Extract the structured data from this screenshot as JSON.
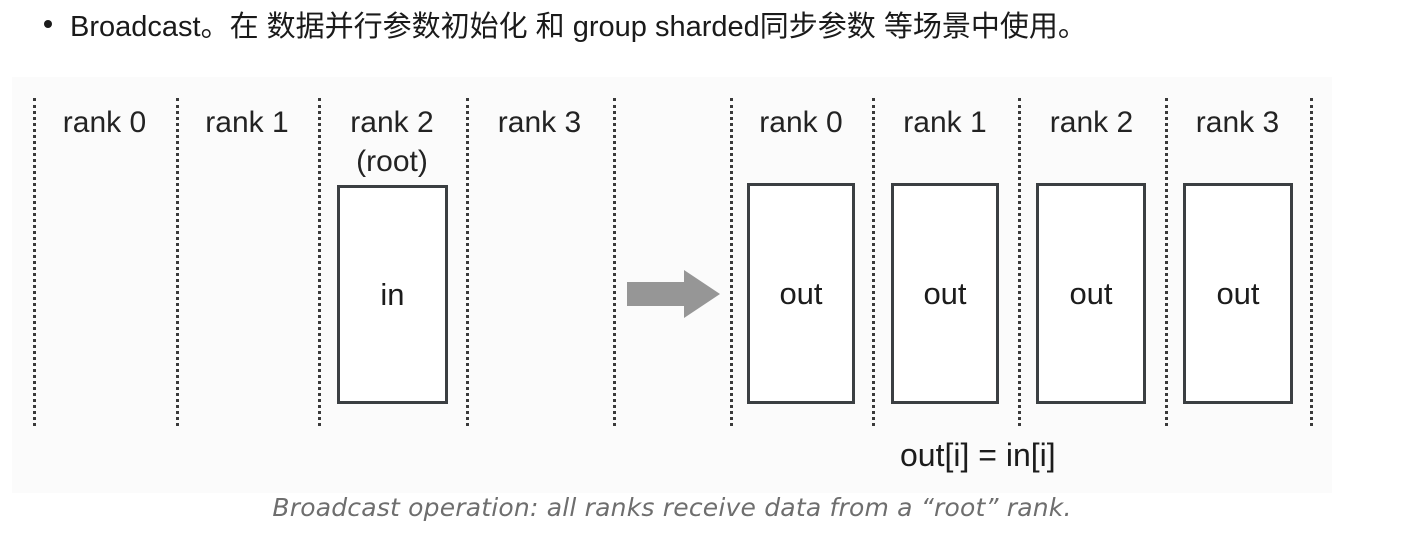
{
  "bullet": {
    "marker": "•",
    "text": "Broadcast。在 数据并行参数初始化 和 group sharded同步参数 等场景中使用。"
  },
  "diagram": {
    "caption": "Broadcast operation: all ranks receive data from a “root” rank.",
    "formula": "out[i] = in[i]",
    "arrow_color": "#969696",
    "box_border_color": "#3b3f42",
    "divider_color": "#3a3a3a",
    "panel_background": "#fbfbfb",
    "arrow_icon": "right-arrow-icon",
    "input_side": {
      "ranks": [
        {
          "label": "rank 0",
          "sublabel": "",
          "box": null
        },
        {
          "label": "rank 1",
          "sublabel": "",
          "box": null
        },
        {
          "label": "rank 2",
          "sublabel": "(root)",
          "box": "in"
        },
        {
          "label": "rank 3",
          "sublabel": "",
          "box": null
        }
      ]
    },
    "output_side": {
      "ranks": [
        {
          "label": "rank 0",
          "sublabel": "",
          "box": "out"
        },
        {
          "label": "rank 1",
          "sublabel": "",
          "box": "out"
        },
        {
          "label": "rank 2",
          "sublabel": "",
          "box": "out"
        },
        {
          "label": "rank 3",
          "sublabel": "",
          "box": "out"
        }
      ]
    }
  }
}
